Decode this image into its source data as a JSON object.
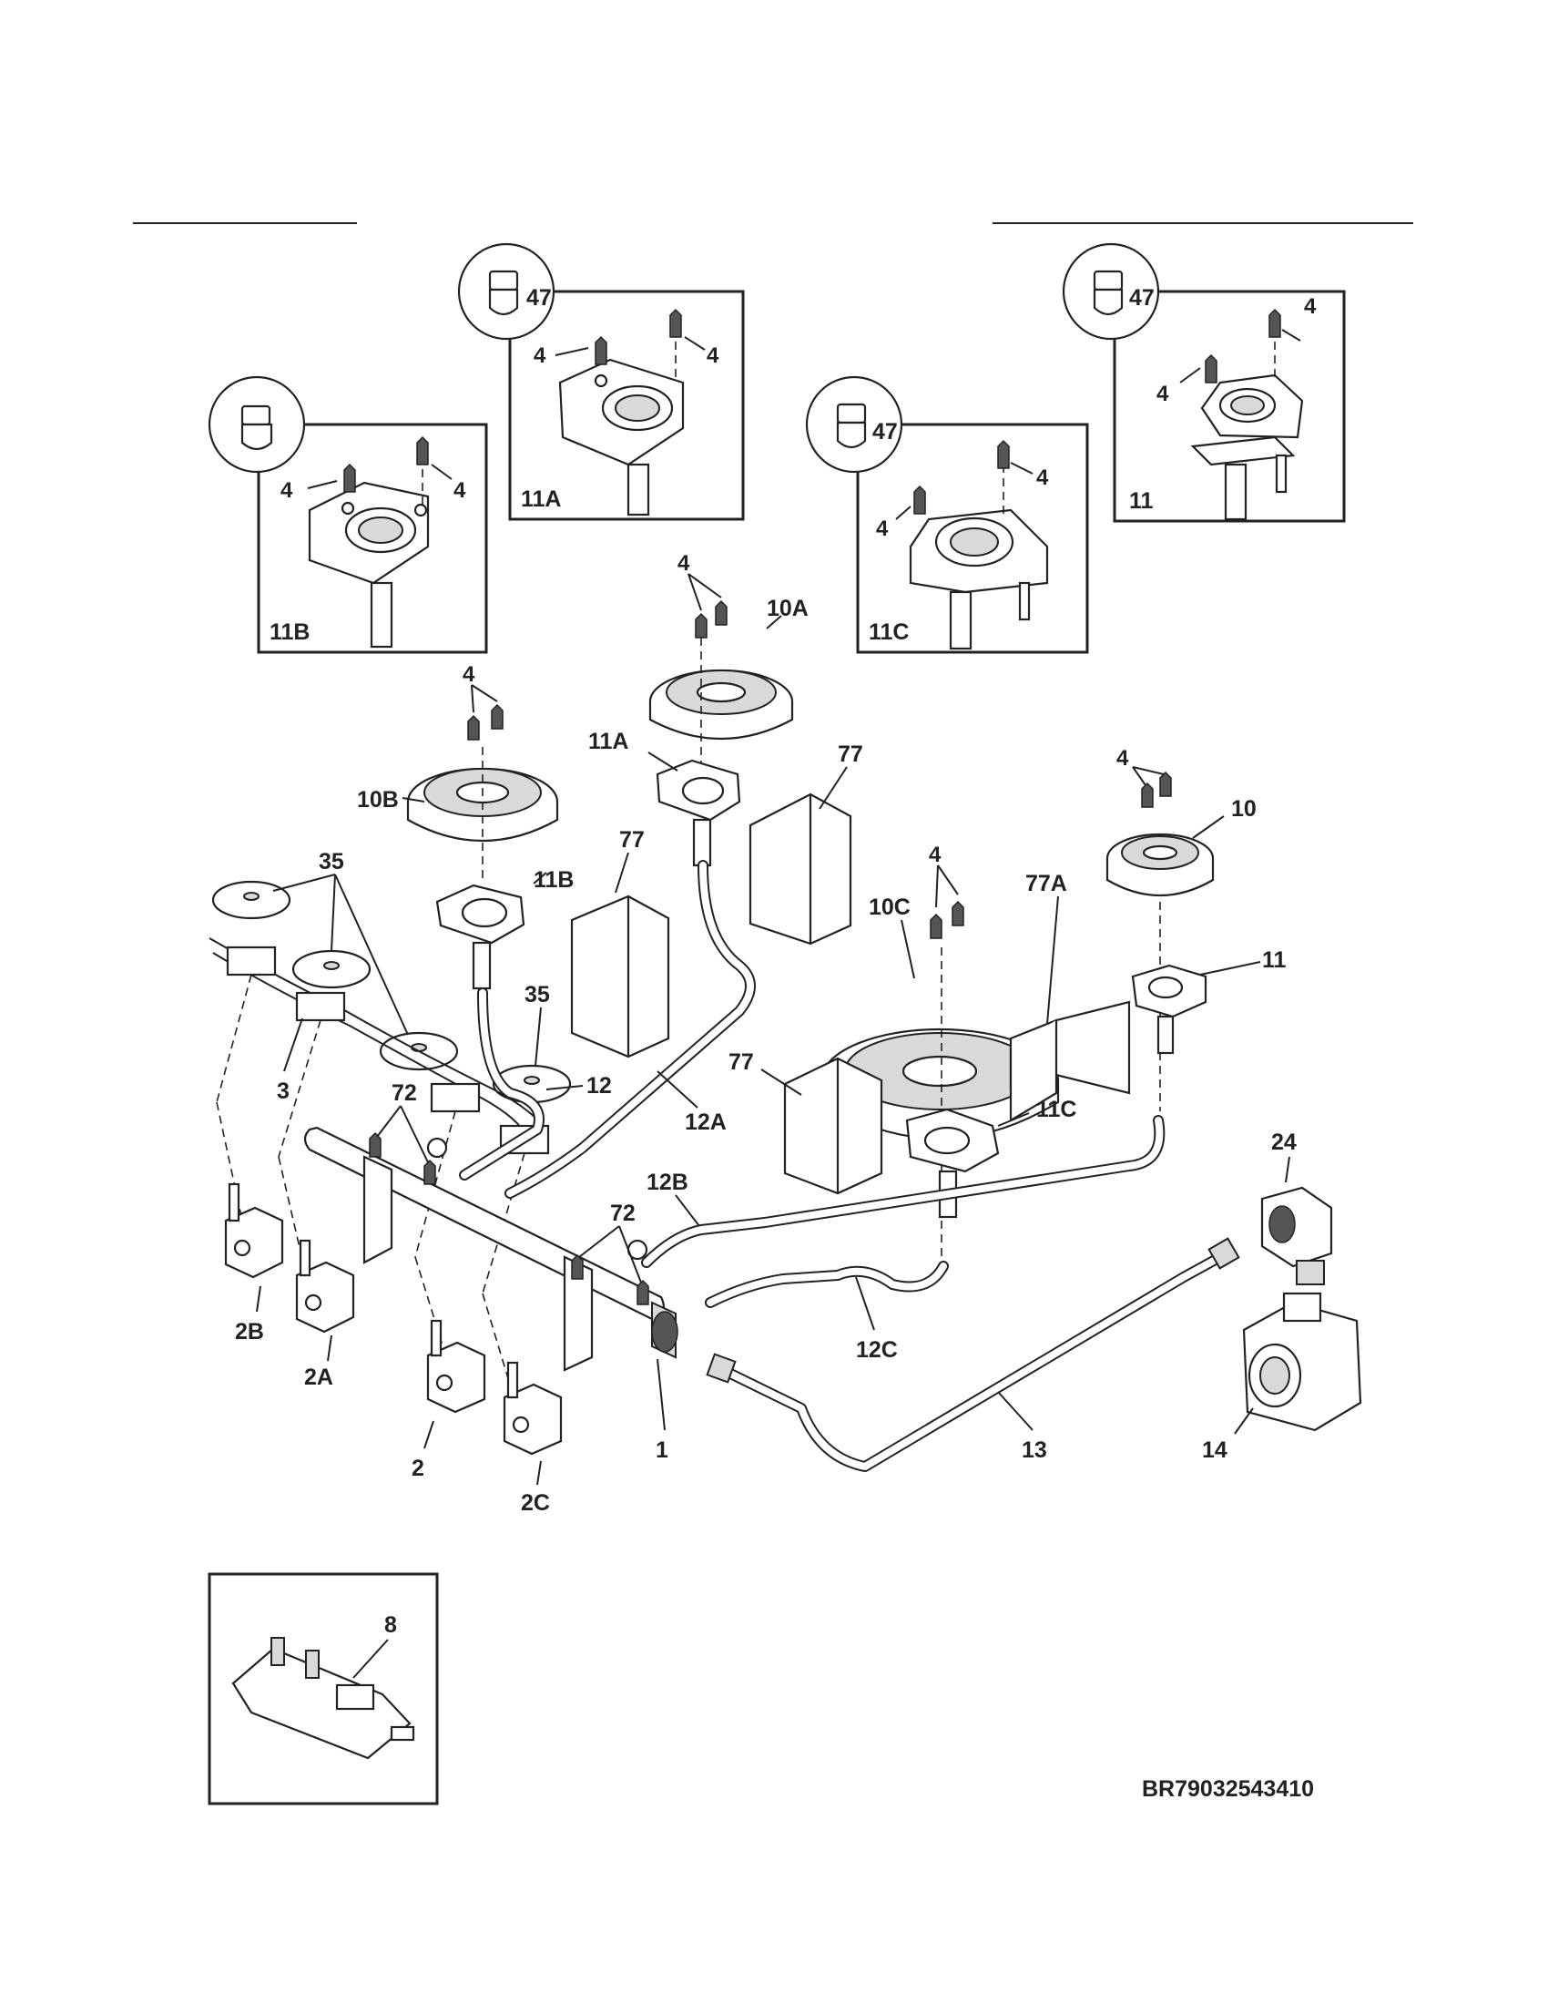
{
  "diagram_code": "BR79032543410",
  "callouts": {
    "c47a": "47",
    "c47b": "47",
    "c47c": "47",
    "box11": "11",
    "box11a": "11A",
    "box11b": "11B",
    "box11c": "11C",
    "s4_1": "4",
    "s4_2": "4",
    "s4_3": "4",
    "s4_4": "4",
    "s4_5": "4",
    "s4_6": "4",
    "s4_7": "4",
    "s4_8": "4",
    "s4_9": "4",
    "s4_10": "4",
    "s4_11": "4",
    "s4_12": "4",
    "p10": "10",
    "p10a": "10A",
    "p10b": "10B",
    "p10c": "10C",
    "p11": "11",
    "p11a": "11A",
    "p11b": "11B",
    "p11c": "11C",
    "p77a": "77",
    "p77b": "77",
    "p77c": "77",
    "p77d": "77A",
    "p35a": "35",
    "p35b": "35",
    "p3": "3",
    "p12": "12",
    "p12a": "12A",
    "p12b": "12B",
    "p12c": "12C",
    "p72a": "72",
    "p72b": "72",
    "p24": "24",
    "p13": "13",
    "p14": "14",
    "p1": "1",
    "p2": "2",
    "p2a": "2A",
    "p2b": "2B",
    "p2c": "2C",
    "p8": "8"
  }
}
